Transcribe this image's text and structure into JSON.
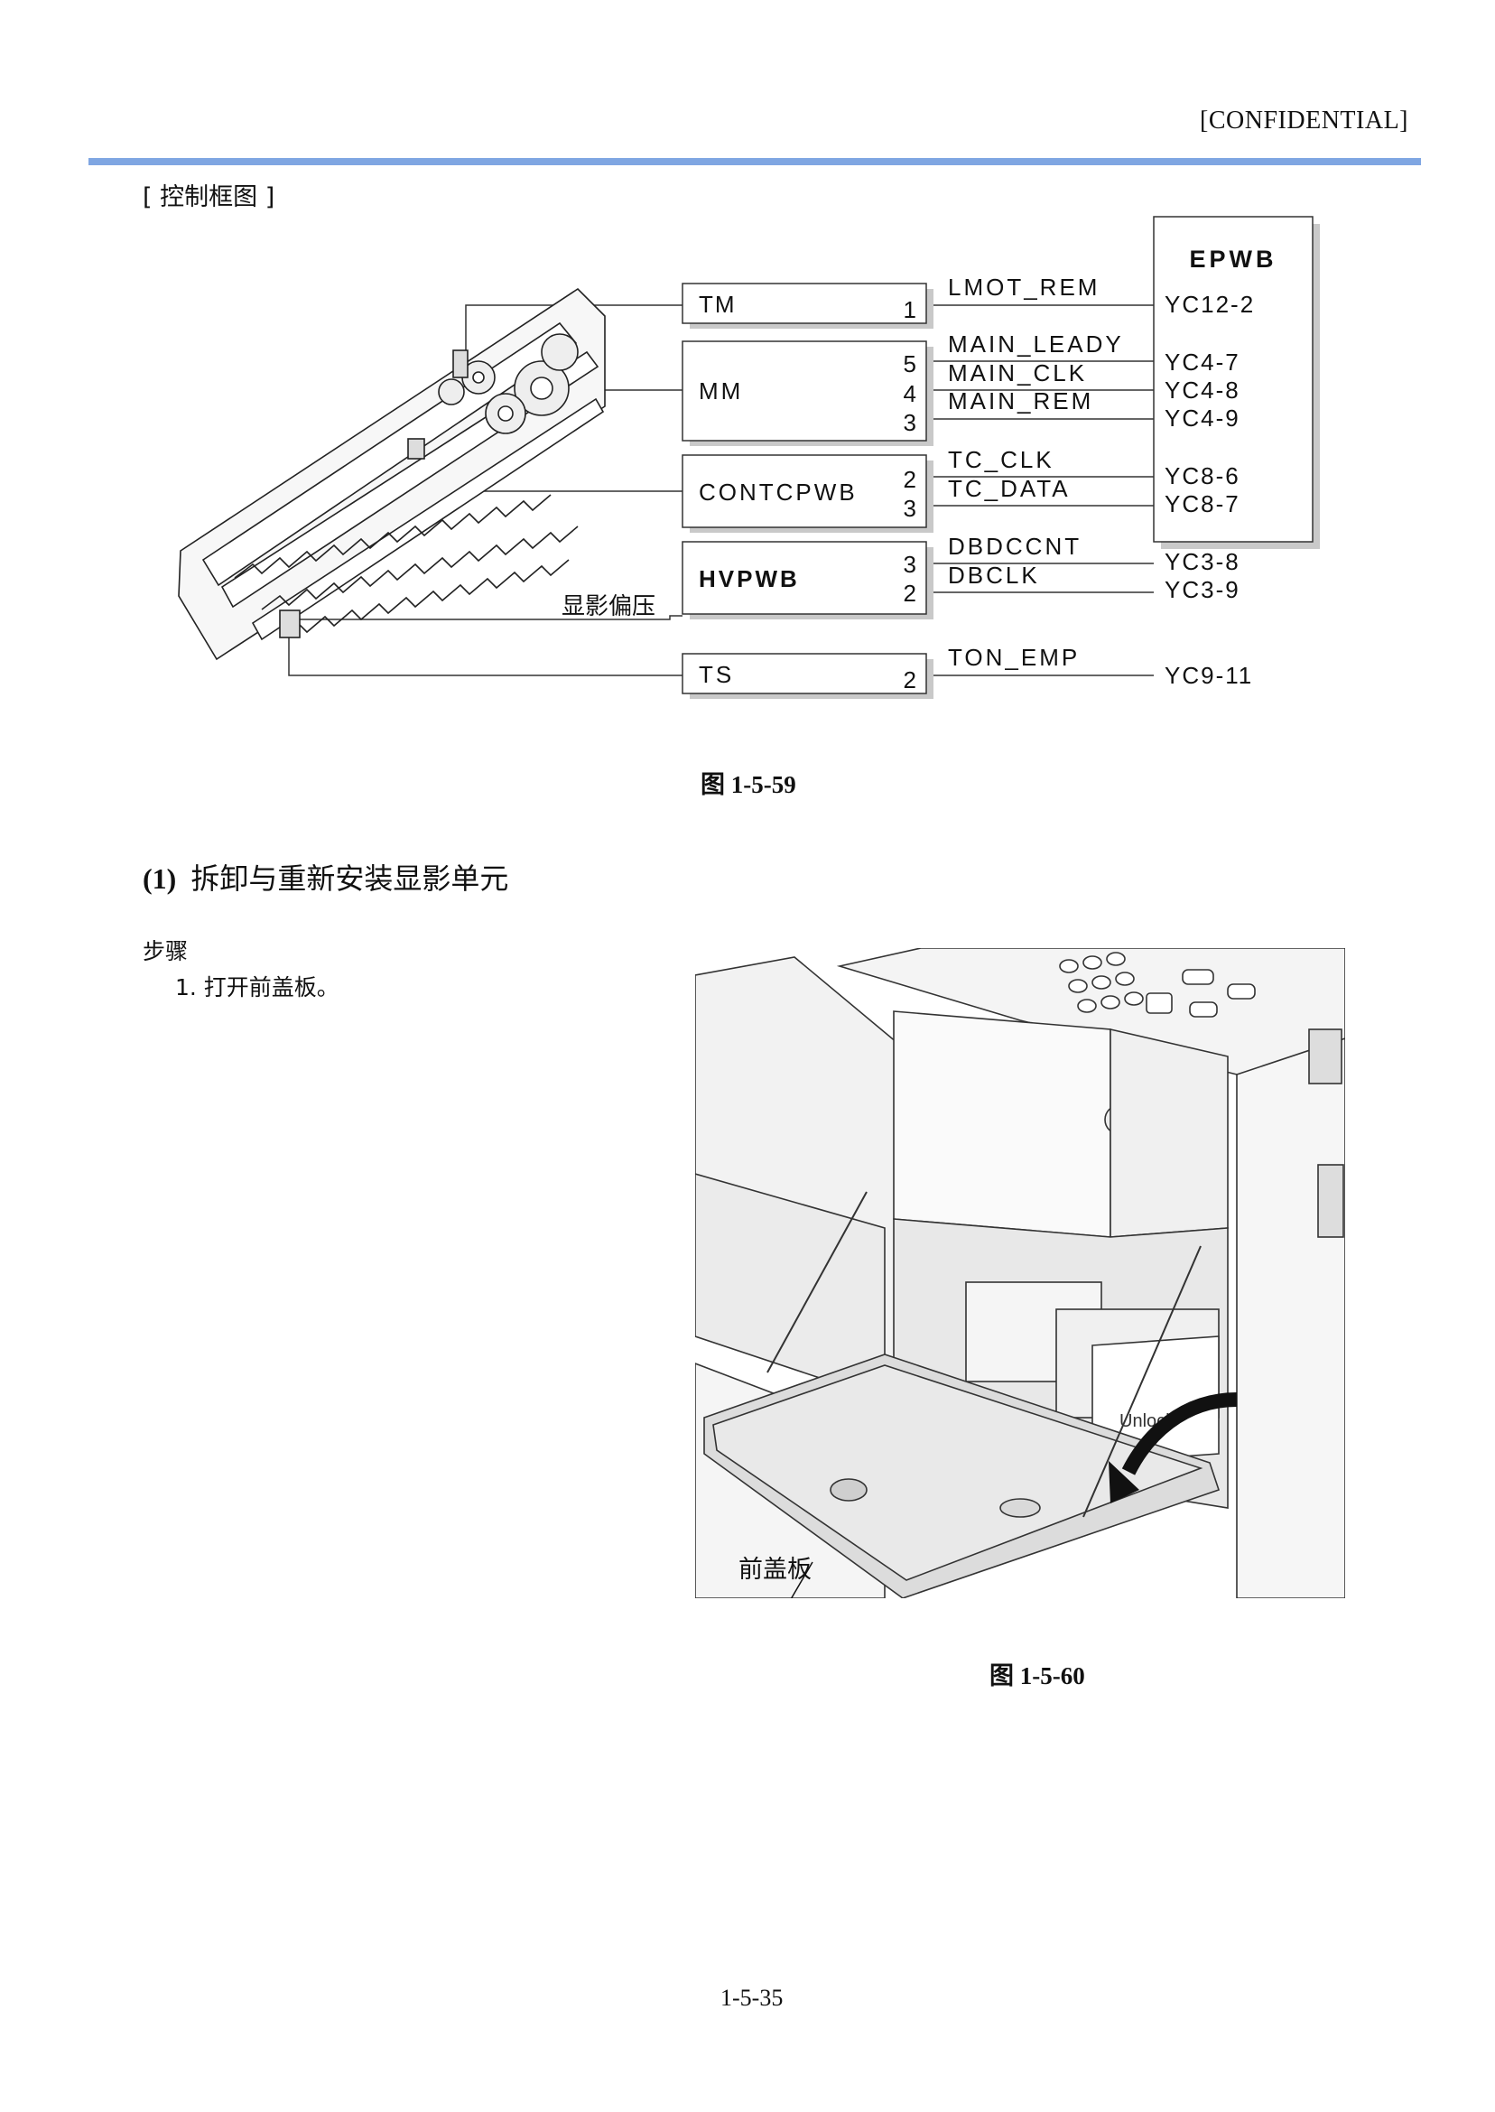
{
  "header": {
    "confidential": "[CONFIDENTIAL]",
    "accent_color": "#7fa6e2"
  },
  "section_tag": "[ 控制框图 ]",
  "diagram": {
    "epwb_title": "EPWB",
    "part_label": "显影偏压",
    "modules": [
      {
        "name": "TM",
        "pins": [
          "1"
        ],
        "signals": [
          "LMOT_REM"
        ],
        "connectors": [
          "YC12-2"
        ]
      },
      {
        "name": "MM",
        "pins": [
          "5",
          "4",
          "3"
        ],
        "signals": [
          "MAIN_LEADY",
          "MAIN_CLK",
          "MAIN_REM"
        ],
        "connectors": [
          "YC4-7",
          "YC4-8",
          "YC4-9"
        ]
      },
      {
        "name": "CONTCPWB",
        "pins": [
          "2",
          "3"
        ],
        "signals": [
          "TC_CLK",
          "TC_DATA"
        ],
        "connectors": [
          "YC8-6",
          "YC8-7"
        ]
      },
      {
        "name": "HVPWB",
        "pins": [
          "3",
          "2"
        ],
        "signals": [
          "DBDCCNT",
          "DBCLK"
        ],
        "connectors": [
          "YC3-8",
          "YC3-9"
        ]
      },
      {
        "name": "TS",
        "pins": [
          "2"
        ],
        "signals": [
          "TON_EMP"
        ],
        "connectors": [
          "YC9-11"
        ]
      }
    ]
  },
  "caption1": "图 1-5-59",
  "heading": {
    "number": "(1)",
    "title": "拆卸与重新安装显影单元"
  },
  "steps_label": "步骤",
  "step1": "1. 打开前盖板。",
  "photo": {
    "label": "前盖板",
    "unlock_text": "Unlock"
  },
  "caption2": "图 1-5-60",
  "page_number": "1-5-35"
}
